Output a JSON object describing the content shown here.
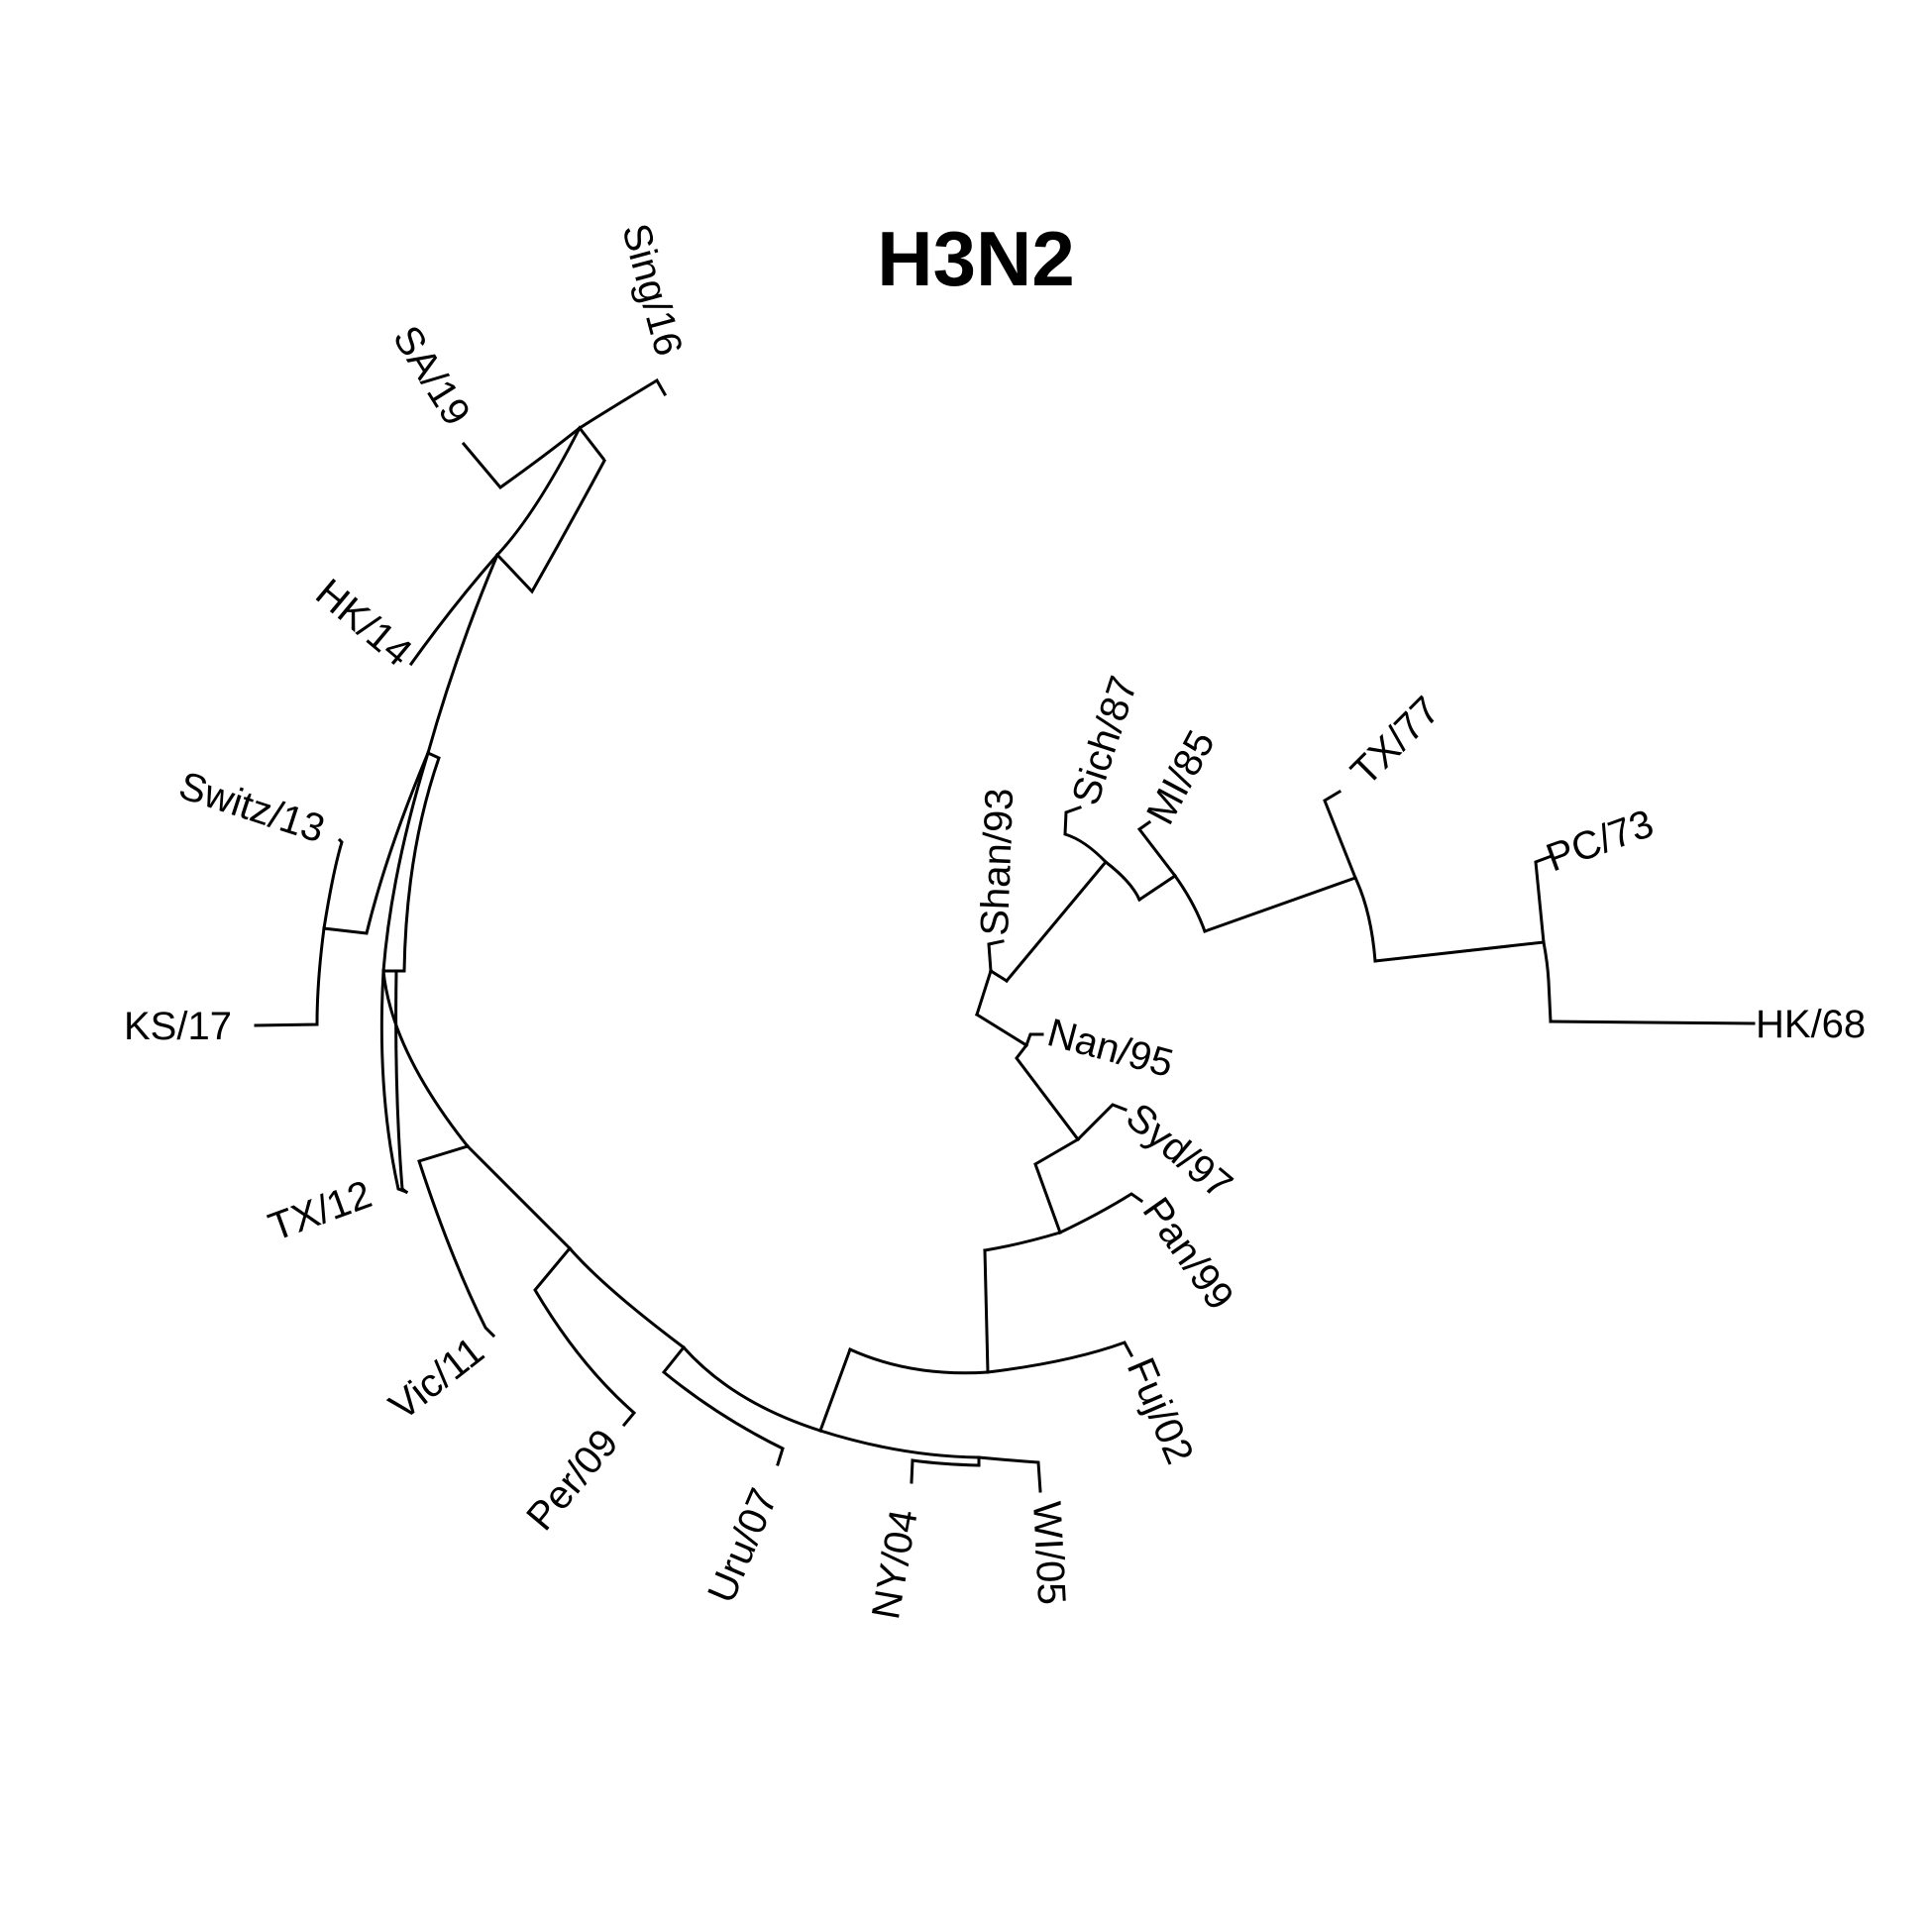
{
  "title": "H3N2",
  "colors": {
    "branch": "#000000",
    "text": "#000000",
    "background": "#ffffff"
  },
  "taxa": {
    "HK68": "HK/68",
    "PC73": "PC/73",
    "TX77": "TX/77",
    "MI85": "MI/85",
    "Sich87": "Sich/87",
    "Shan93": "Shan/93",
    "Nan95": "Nan/95",
    "Syd97": "Syd/97",
    "Pan99": "Pan/99",
    "Fuj02": "Fuj/02",
    "WI05": "WI/05",
    "NY04": "NY/04",
    "Uru07": "Uru/07",
    "Per09": "Per/09",
    "Vic11": "Vic/11",
    "TX12": "TX/12",
    "KS17": "KS/17",
    "Switz13": "Switz/13",
    "HK14": "HK/14",
    "SA19": "SA/19",
    "Sing16": "Sing/16"
  }
}
